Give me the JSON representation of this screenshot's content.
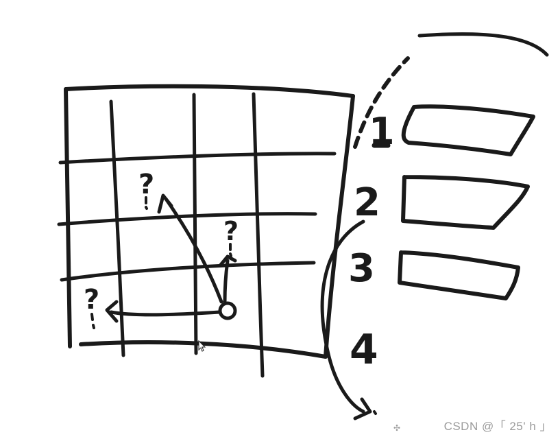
{
  "diagram": {
    "row_labels": [
      "1",
      "2",
      "3",
      "4"
    ],
    "question_marks": [
      "?",
      "?",
      "?"
    ],
    "ink_color": "#1a1a1a"
  },
  "watermark": {
    "text": "CSDN @「 25' h 」"
  },
  "icons": {
    "cursor": "mouse-pointer-icon",
    "move": "move-crosshair-icon",
    "move_glyph": "✣"
  }
}
